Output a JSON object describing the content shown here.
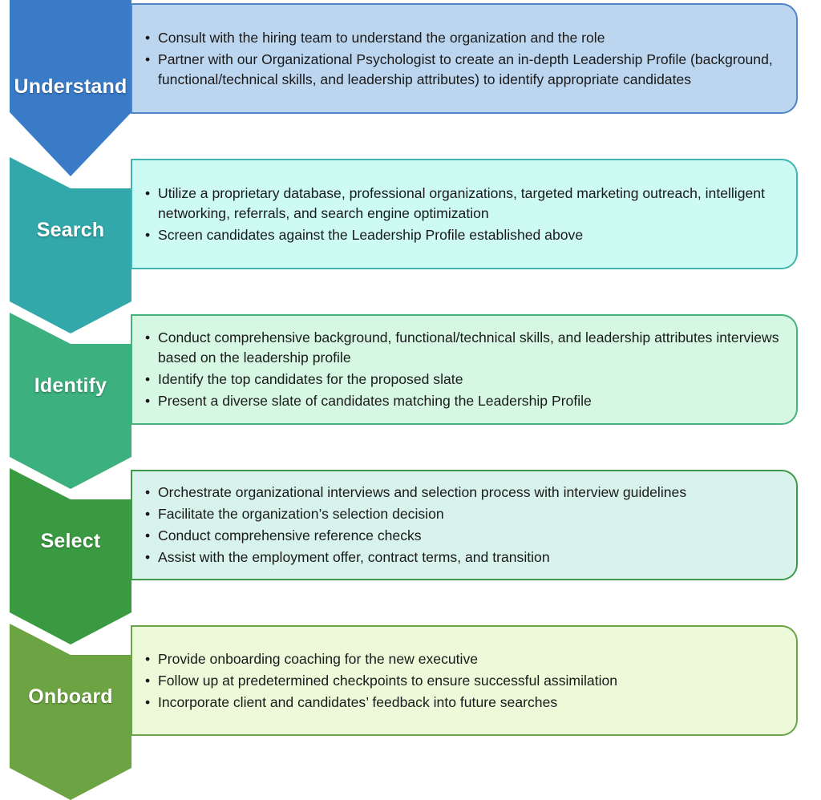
{
  "stages": [
    {
      "label": "Understand",
      "chevron_color": "#3a7bc8",
      "box_fill": "#bdd6ef",
      "box_border": "#4f86c7",
      "bullets": [
        "Consult with the hiring team to understand the organization and the role",
        " Partner with our Organizational Psychologist to create an in-depth Leadership Profile (background, functional/technical skills, and leadership attributes) to identify appropriate candidates"
      ]
    },
    {
      "label": "Search",
      "chevron_color": "#32a8aa",
      "box_fill": "#cdfaf3",
      "box_border": "#3fb6b1",
      "bullets": [
        "Utilize a proprietary database, professional organizations, targeted marketing outreach, intelligent networking, referrals, and search engine optimization",
        "Screen candidates against the Leadership Profile established above"
      ]
    },
    {
      "label": "Identify",
      "chevron_color": "#3cb07e",
      "box_fill": "#d6f8e2",
      "box_border": "#46b27e",
      "bullets": [
        "Conduct comprehensive background, functional/technical skills, and leadership attributes interviews based on the leadership profile",
        "Identify the top candidates for the proposed slate",
        "Present a diverse slate of candidates matching the Leadership Profile"
      ]
    },
    {
      "label": "Select",
      "chevron_color": "#3a9a42",
      "box_fill": "#d8f2ec",
      "box_border": "#3e9a48",
      "bullets": [
        "Orchestrate organizational interviews and selection process with interview guidelines",
        "Facilitate the organization’s selection decision",
        "Conduct comprehensive reference checks",
        "Assist with the employment offer, contract terms, and transition"
      ]
    },
    {
      "label": "Onboard",
      "chevron_color": "#6da443",
      "box_fill": "#ecfad9",
      "box_border": "#6aa446",
      "bullets": [
        "Provide onboarding coaching for the new executive",
        "Follow up at predetermined checkpoints to ensure successful assimilation",
        "Incorporate client and candidates’ feedback into future searches"
      ]
    }
  ]
}
